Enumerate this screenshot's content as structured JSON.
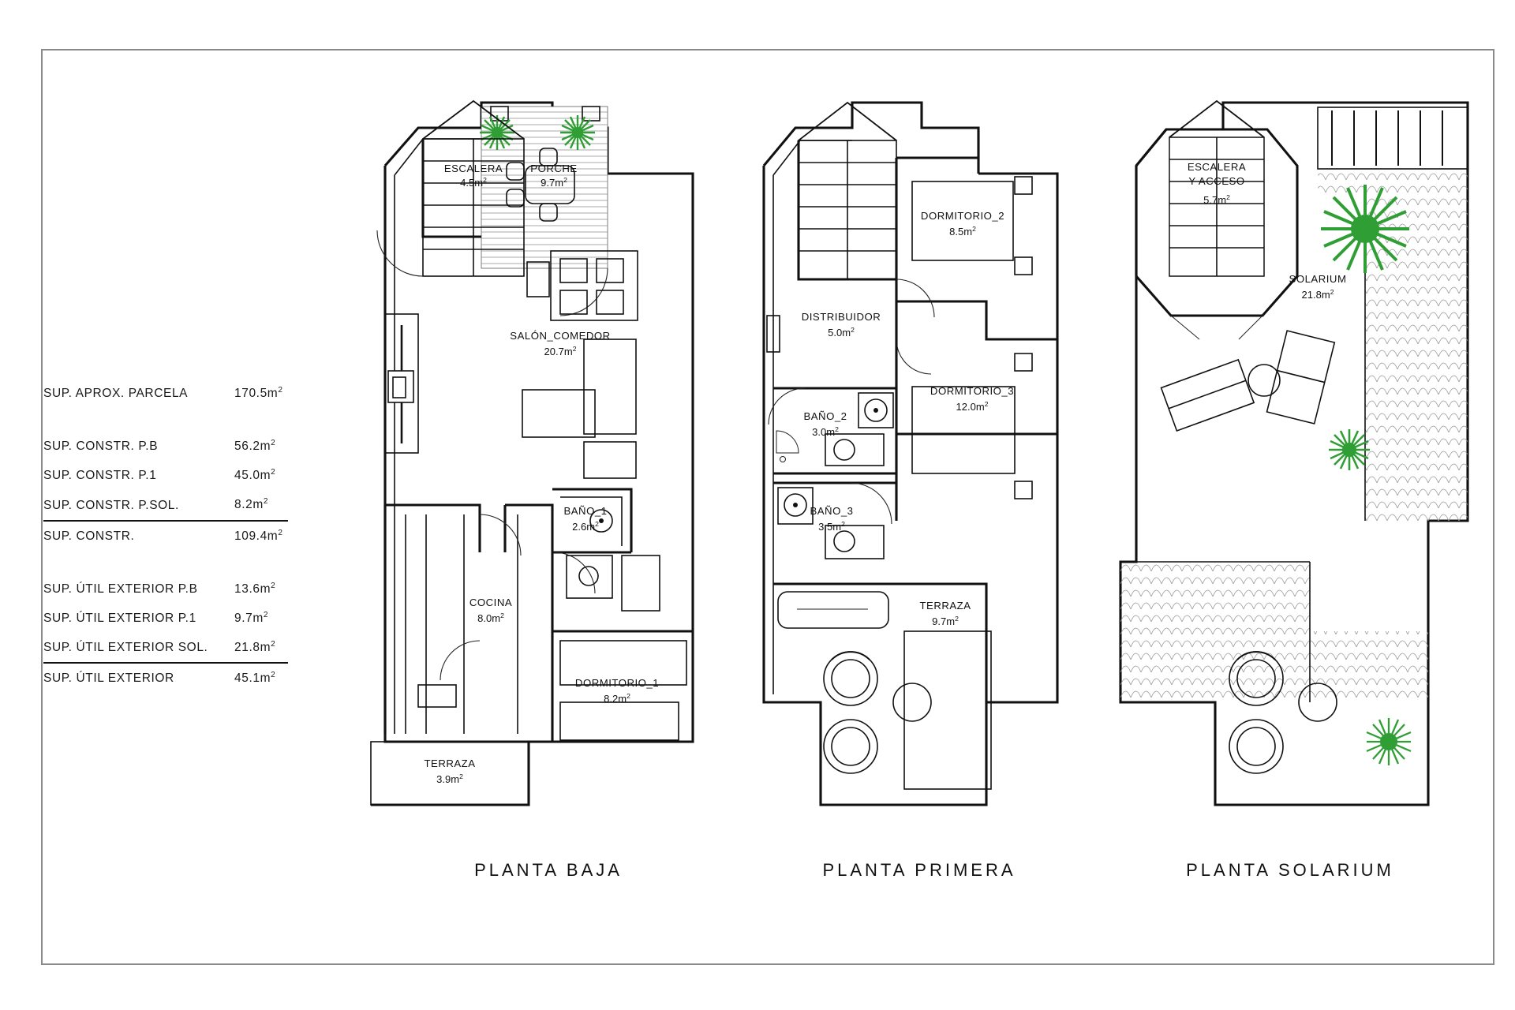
{
  "drawing": {
    "type": "architectural-floor-plans",
    "sheet_background": "#ffffff",
    "line_color": "#111111",
    "vegetation_color": "#3aa03a",
    "border": true
  },
  "schedule": {
    "rows": [
      {
        "label": "SUP. APROX. PARCELA",
        "value": "170.5",
        "unit": "m",
        "exp": "2",
        "rule_after": false,
        "gap_after": true
      },
      {
        "label": "SUP. CONSTR. P.B",
        "value": "56.2",
        "unit": "m",
        "exp": "2",
        "rule_after": false,
        "gap_after": false
      },
      {
        "label": "SUP. CONSTR. P.1",
        "value": "45.0",
        "unit": "m",
        "exp": "2",
        "rule_after": false,
        "gap_after": false
      },
      {
        "label": "SUP. CONSTR. P.SOL.",
        "value": "8.2",
        "unit": "m",
        "exp": "2",
        "rule_after": true,
        "gap_after": false
      },
      {
        "label": "SUP. CONSTR.",
        "value": "109.4",
        "unit": "m",
        "exp": "2",
        "rule_after": false,
        "gap_after": true
      },
      {
        "label": "SUP. ÚTIL EXTERIOR P.B",
        "value": "13.6",
        "unit": "m",
        "exp": "2",
        "rule_after": false,
        "gap_after": false
      },
      {
        "label": "SUP. ÚTIL EXTERIOR P.1",
        "value": "9.7",
        "unit": "m",
        "exp": "2",
        "rule_after": false,
        "gap_after": false
      },
      {
        "label": "SUP. ÚTIL EXTERIOR SOL.",
        "value": "21.8",
        "unit": "m",
        "exp": "2",
        "rule_after": true,
        "gap_after": false
      },
      {
        "label": "SUP. ÚTIL EXTERIOR",
        "value": "45.1",
        "unit": "m",
        "exp": "2",
        "rule_after": false,
        "gap_after": false
      }
    ]
  },
  "plans": [
    {
      "id": "planta-baja",
      "title": "PLANTA  BAJA",
      "rooms": [
        {
          "name": "ESCALERA",
          "area": "4.5",
          "unit": "m",
          "exp": "2"
        },
        {
          "name": "PORCHE",
          "area": "9.7",
          "unit": "m",
          "exp": "2"
        },
        {
          "name": "SALÓN_COMEDOR",
          "area": "20.7",
          "unit": "m",
          "exp": "2"
        },
        {
          "name": "COCINA",
          "area": "8.0",
          "unit": "m",
          "exp": "2"
        },
        {
          "name": "BAÑO_1",
          "area": "2.6",
          "unit": "m",
          "exp": "2"
        },
        {
          "name": "DORMITORIO_1",
          "area": "8.2",
          "unit": "m",
          "exp": "2"
        },
        {
          "name": "TERRAZA",
          "area": "3.9",
          "unit": "m",
          "exp": "2"
        }
      ]
    },
    {
      "id": "planta-primera",
      "title": "PLANTA  PRIMERA",
      "rooms": [
        {
          "name": "DORMITORIO_2",
          "area": "8.5",
          "unit": "m",
          "exp": "2"
        },
        {
          "name": "DISTRIBUIDOR",
          "area": "5.0",
          "unit": "m",
          "exp": "2"
        },
        {
          "name": "DORMITORIO_3",
          "area": "12.0",
          "unit": "m",
          "exp": "2"
        },
        {
          "name": "BAÑO_2",
          "area": "3.0",
          "unit": "m",
          "exp": "2"
        },
        {
          "name": "BAÑO_3",
          "area": "3.5",
          "unit": "m",
          "exp": "2"
        },
        {
          "name": "TERRAZA",
          "area": "9.7",
          "unit": "m",
          "exp": "2"
        }
      ]
    },
    {
      "id": "planta-solarium",
      "title": "PLANTA  SOLARIUM",
      "rooms": [
        {
          "name": "ESCALERA",
          "name2": "Y  ACCESO",
          "area": "5.7",
          "unit": "m",
          "exp": "2"
        },
        {
          "name": "SOLARIUM",
          "area": "21.8",
          "unit": "m",
          "exp": "2"
        }
      ]
    }
  ]
}
